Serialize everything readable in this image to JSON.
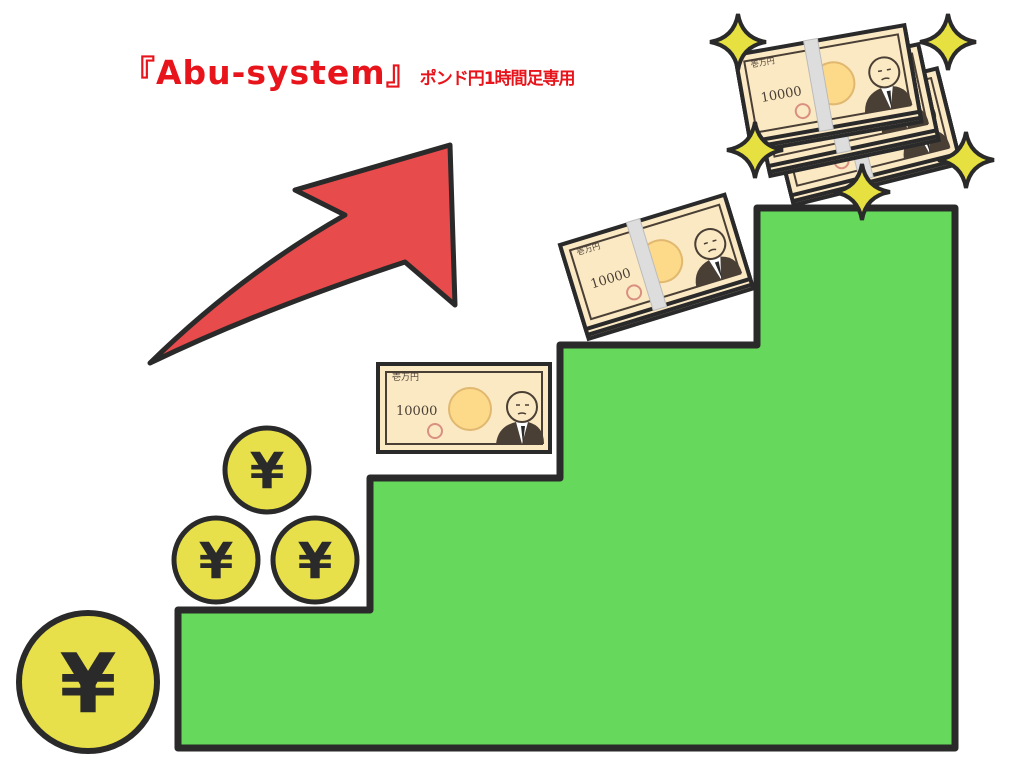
{
  "title": {
    "bracket_open": "『",
    "main": "Abu-system",
    "bracket_close": "』",
    "subtitle": "ポンド円1時間足専用"
  },
  "banknote": {
    "header": "壱万円",
    "value": "10000"
  },
  "coin_symbol": "¥",
  "colors": {
    "title": "#e8141b",
    "stairs": "#66d95c",
    "arrow": "#e84b4b",
    "coin": "#e8e04a",
    "banknote": "#fbe9c4",
    "sparkle": "#e6e040",
    "outline": "#2a2a2a"
  }
}
